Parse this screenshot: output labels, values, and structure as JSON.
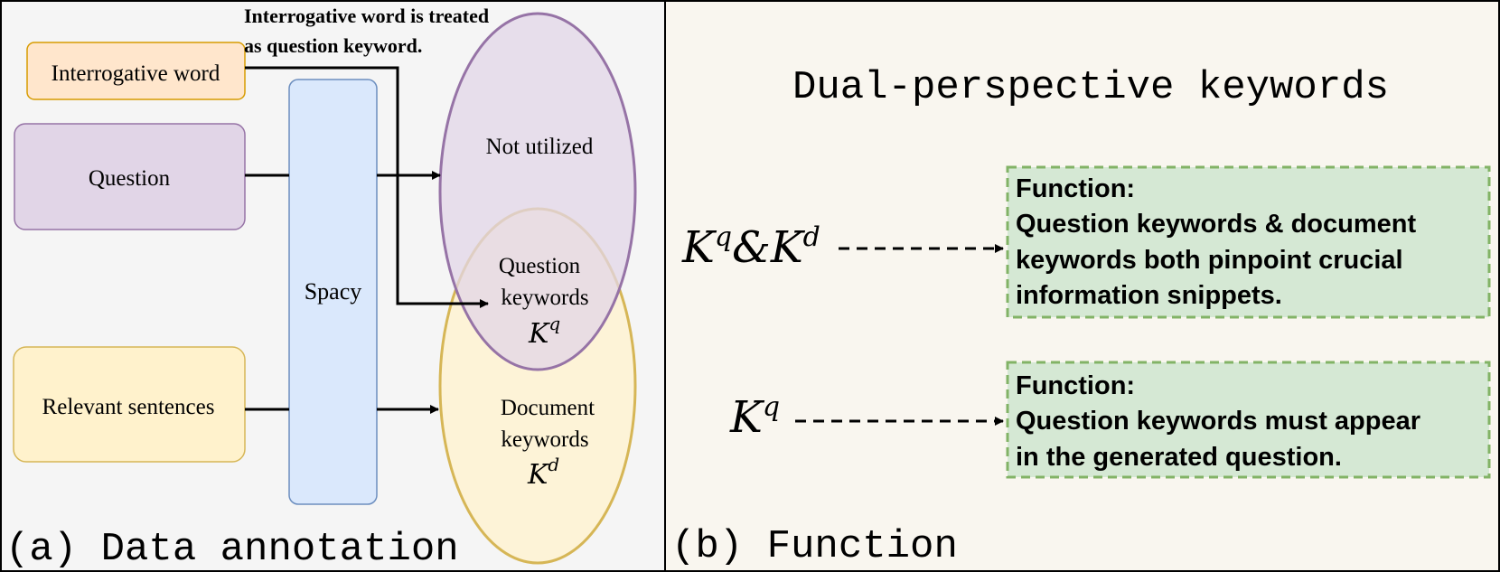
{
  "panel_a": {
    "caption": "(a) Data annotation",
    "note_line1": "Interrogative word is treated",
    "note_line2": "as question keyword.",
    "input_interrogative": "Interrogative word",
    "input_question": "Question",
    "input_relevant": "Relevant sentences",
    "tool_label": "Spacy",
    "circle_top_label": "Not utilized",
    "overlap_label_line1": "Question",
    "overlap_label_line2": "keywords",
    "overlap_symbol_base": "K",
    "overlap_symbol_sup": "q",
    "doc_label_line1": "Document",
    "doc_label_line2": "keywords",
    "doc_symbol_base": "K",
    "doc_symbol_sup": "d"
  },
  "panel_b": {
    "caption": "(b) Function",
    "title": "Dual-perspective keywords",
    "row1": {
      "symbol_base1": "K",
      "symbol_sup1": "q",
      "symbol_amp": "&",
      "symbol_base2": "K",
      "symbol_sup2": "d",
      "heading": "Function:",
      "line1": "Question keywords & document",
      "line2": "keywords both pinpoint crucial",
      "line3": "information snippets."
    },
    "row2": {
      "symbol_base": "K",
      "symbol_sup": "q",
      "heading": "Function:",
      "line1": "Question keywords must appear",
      "line2": "in the generated question."
    }
  },
  "colors": {
    "panel_a_bg": "#f5f5f5",
    "panel_b_bg": "#f9f6ef",
    "orange_fill": "#ffe6cc",
    "orange_stroke": "#d79b00",
    "purple_fill": "#e1d5e7",
    "purple_stroke": "#9673a6",
    "blue_fill": "#dae8fc",
    "blue_stroke": "#6c8ebf",
    "yellow_fill": "#fff2cc",
    "yellow_stroke": "#d6b656",
    "green_fill": "#d5e8d4",
    "green_stroke": "#82b366"
  }
}
